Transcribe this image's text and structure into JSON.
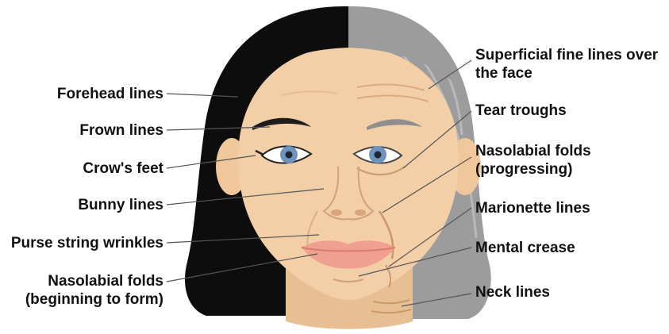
{
  "left_labels": [
    {
      "id": "forehead-lines",
      "text": "Forehead lines"
    },
    {
      "id": "frown-lines",
      "text": "Frown lines"
    },
    {
      "id": "crows-feet",
      "text": "Crow's feet"
    },
    {
      "id": "bunny-lines",
      "text": "Bunny lines"
    },
    {
      "id": "purse-string-wrinkles",
      "text": "Purse string wrinkles"
    },
    {
      "id": "nasolabial-folds-beginning",
      "line1": "Nasolabial folds",
      "line2": "(beginning to form)"
    }
  ],
  "right_labels": [
    {
      "id": "superficial-fine-lines",
      "line1": "Superficial fine lines over",
      "line2": "the face"
    },
    {
      "id": "tear-troughs",
      "text": "Tear troughs"
    },
    {
      "id": "nasolabial-folds-progressing",
      "line1": "Nasolabial folds",
      "line2": "(progressing)"
    },
    {
      "id": "marionette-lines",
      "text": "Marionette lines"
    },
    {
      "id": "mental-crease",
      "text": "Mental crease"
    },
    {
      "id": "neck-lines",
      "text": "Neck lines"
    }
  ],
  "colors": {
    "dark_hair": "#0d0d0d",
    "gray_hair": "#9c9c9c",
    "skin": "#f2cfa6",
    "skin_shadow": "#e2b88b",
    "lips": "#f0a091",
    "iris": "#6f93bd",
    "leader_line": "#555555"
  }
}
